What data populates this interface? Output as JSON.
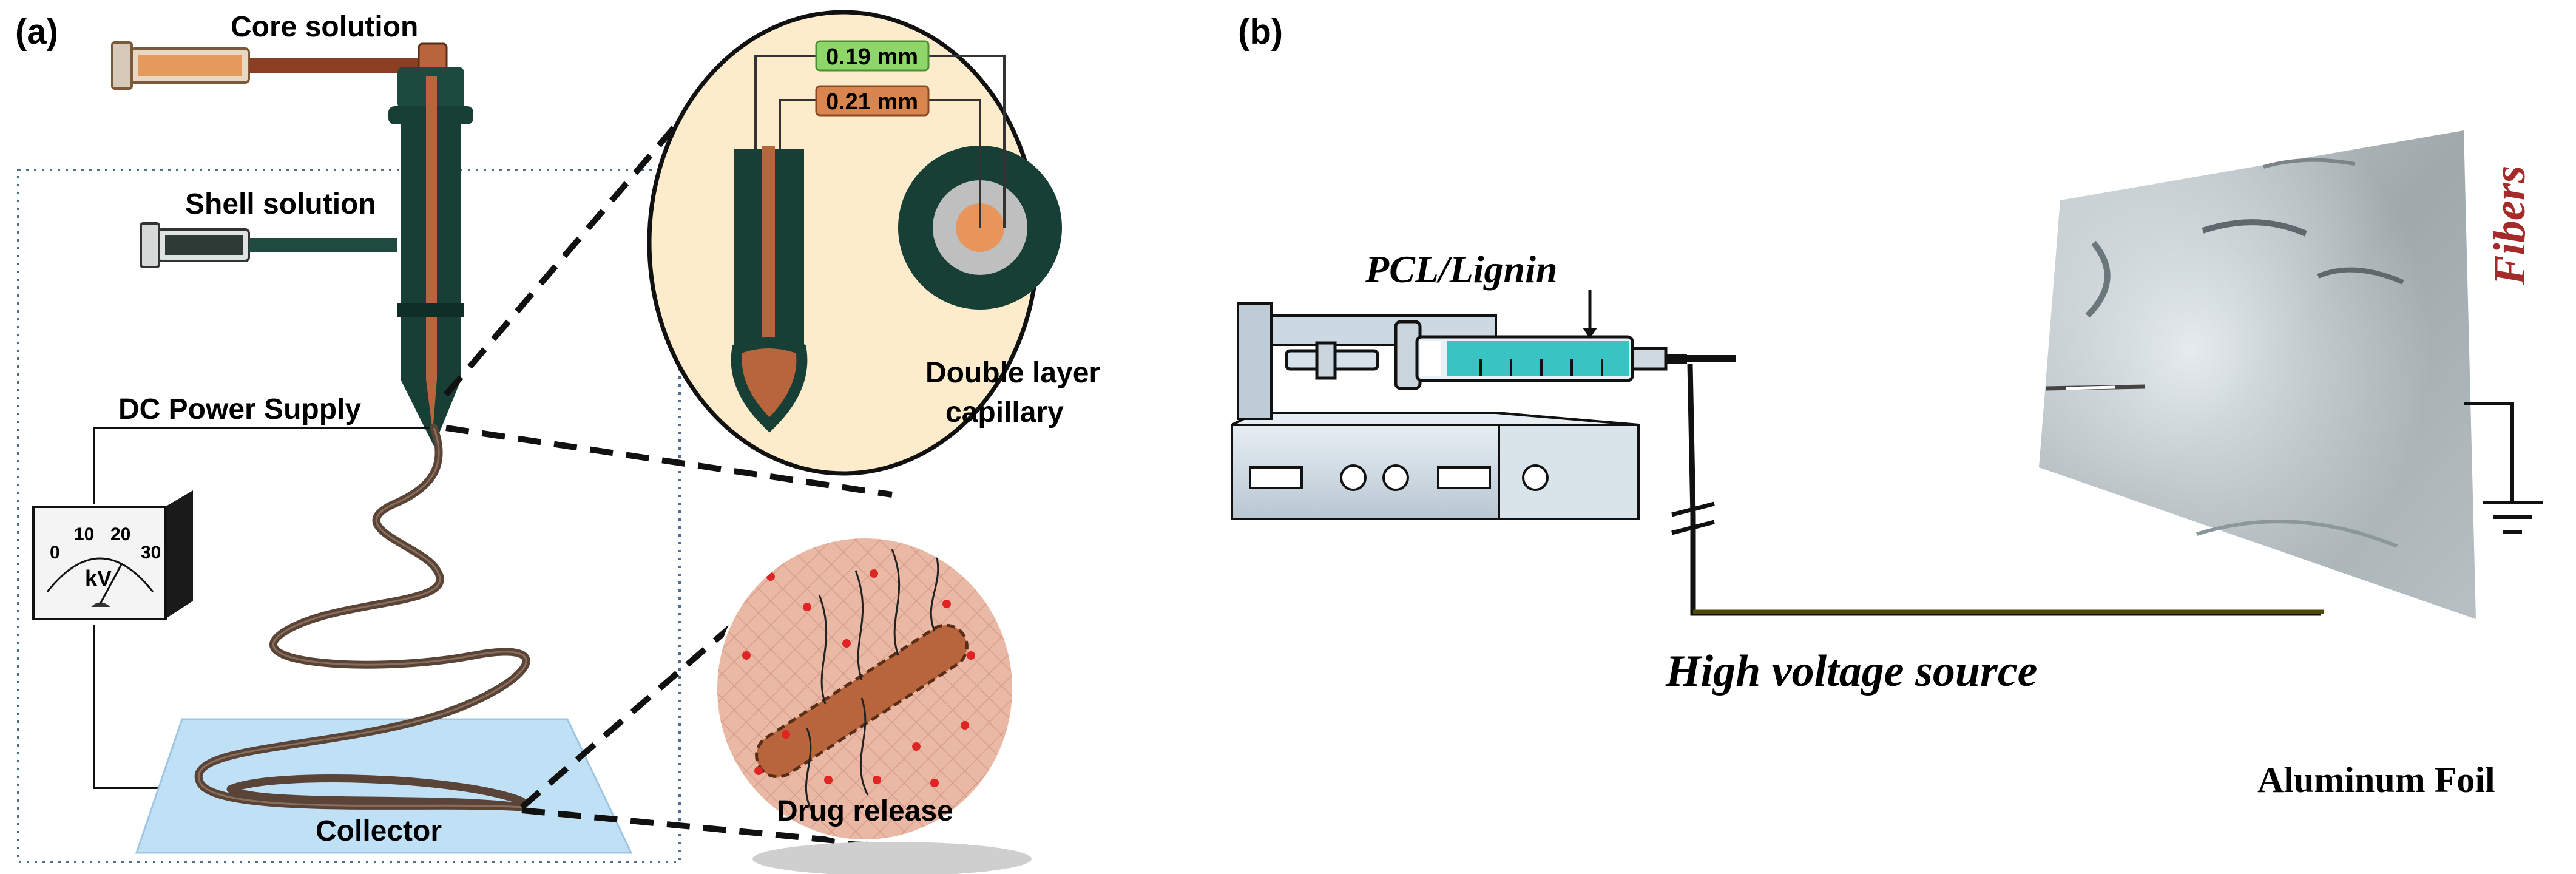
{
  "panel_a": {
    "tag": "(a)",
    "core_solution": "Core solution",
    "shell_solution": "Shell solution",
    "dc_power_supply": "DC Power Supply",
    "meter_ticks": [
      "0",
      "10",
      "20",
      "30"
    ],
    "meter_unit": "kV",
    "collector": "Collector",
    "inset_dim_inner": "0.19 mm",
    "inset_dim_outer": "0.21 mm",
    "inset_caption_line1": "Double layer",
    "inset_caption_line2": "capillary",
    "drug_release": "Drug release"
  },
  "panel_b": {
    "tag": "(b)",
    "pcl_lignin": "PCL/Lignin",
    "high_voltage": "High voltage source",
    "fibers": "Fibers",
    "aluminum_foil": "Aluminum Foil"
  },
  "colors": {
    "needle_dark": "#173f35",
    "core_brown": "#b8643c",
    "fiber_brown": "#5a4438",
    "inset_bg": "#fdeccb",
    "green_tag": "#8fd66a",
    "orange_tag": "#d9854f",
    "skin": "#eab9a6",
    "collector_blue": "#bfe0f5",
    "foil_gray": "#a9b3b6",
    "fibers_red": "#a52a2a"
  }
}
